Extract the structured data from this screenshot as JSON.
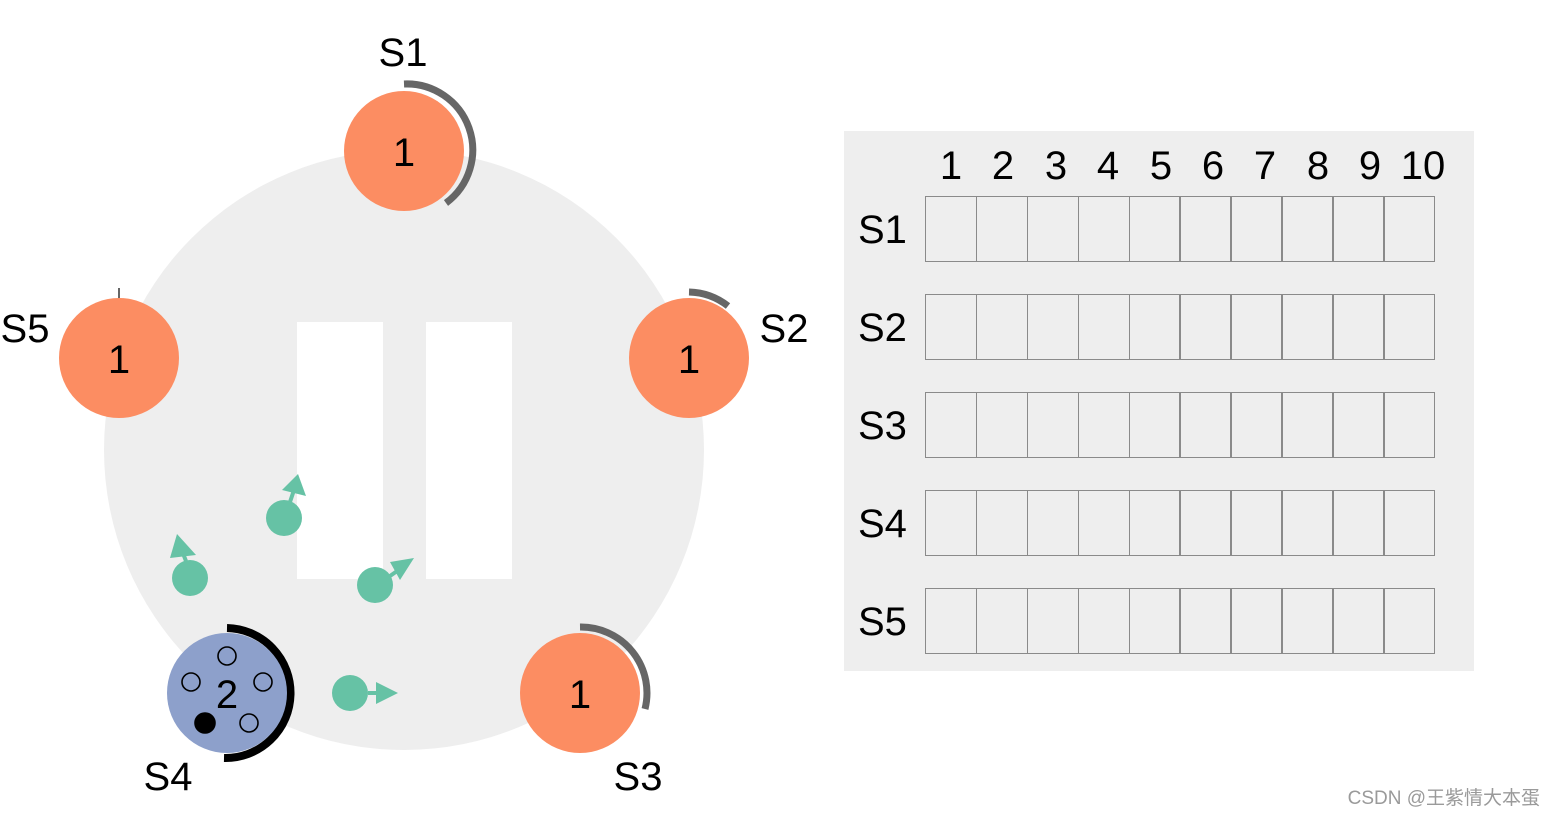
{
  "servers": [
    {
      "id": "s1",
      "label": "S1",
      "term": "1",
      "role": "follower",
      "color": "#fc8d62"
    },
    {
      "id": "s2",
      "label": "S2",
      "term": "1",
      "role": "follower",
      "color": "#fc8d62"
    },
    {
      "id": "s3",
      "label": "S3",
      "term": "1",
      "role": "follower",
      "color": "#fc8d62"
    },
    {
      "id": "s4",
      "label": "S4",
      "term": "2",
      "role": "candidate",
      "color": "#8da0cb"
    },
    {
      "id": "s5",
      "label": "S5",
      "term": "1",
      "role": "follower",
      "color": "#fc8d62"
    }
  ],
  "log": {
    "columns": [
      "1",
      "2",
      "3",
      "4",
      "5",
      "6",
      "7",
      "8",
      "9",
      "10"
    ],
    "rows": [
      "S1",
      "S2",
      "S3",
      "S4",
      "S5"
    ]
  },
  "colors": {
    "ring": "#eeeeee",
    "message": "#66c2a5",
    "timer_follower": "#666666",
    "timer_candidate": "#000000"
  },
  "watermark": "CSDN @王紫情大本蛋"
}
